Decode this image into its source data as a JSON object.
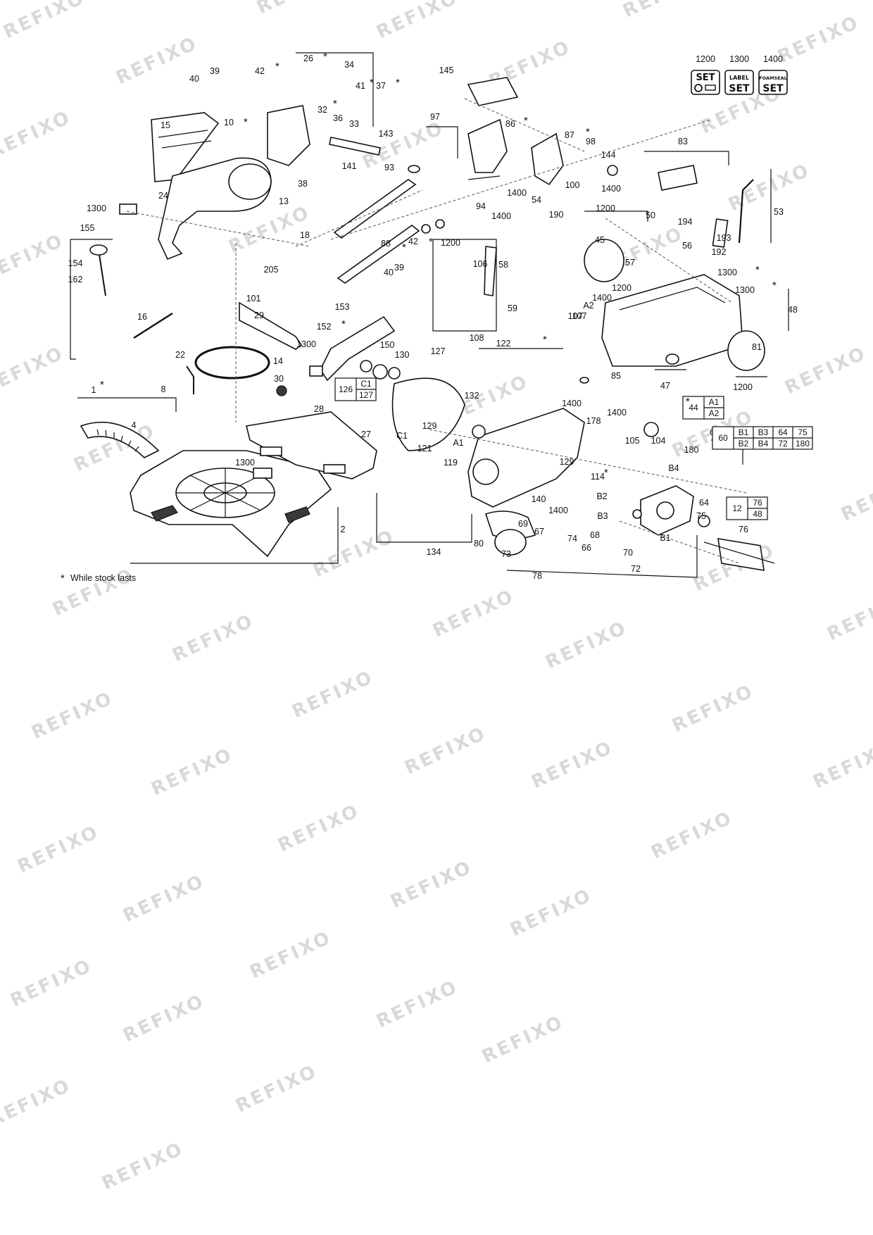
{
  "watermark": "REFIXO",
  "footnote": {
    "marker": "*",
    "text": "While stock lasts"
  },
  "sets": [
    {
      "number": "1200",
      "top": "SET",
      "bottom": ""
    },
    {
      "number": "1300",
      "top": "LABEL",
      "bottom": "SET"
    },
    {
      "number": "1400",
      "top": "FOAMSEAL",
      "bottom": "SET"
    }
  ],
  "part_numbers": [
    "1",
    "2",
    "4",
    "8",
    "10",
    "13",
    "14",
    "15",
    "16",
    "18",
    "22",
    "24",
    "26",
    "27",
    "28",
    "29",
    "30",
    "32",
    "33",
    "34",
    "36",
    "37",
    "38",
    "39",
    "40",
    "41",
    "42",
    "45",
    "47",
    "48",
    "50",
    "53",
    "54",
    "56",
    "57",
    "58",
    "59",
    "60",
    "64",
    "66",
    "67",
    "68",
    "69",
    "70",
    "72",
    "73",
    "74",
    "75",
    "76",
    "78",
    "80",
    "81",
    "83",
    "85",
    "86",
    "87",
    "88",
    "93",
    "94",
    "97",
    "98",
    "100",
    "101",
    "104",
    "105",
    "106",
    "107",
    "108",
    "114",
    "119",
    "121",
    "122",
    "127",
    "129",
    "130",
    "132",
    "134",
    "140",
    "141",
    "143",
    "144",
    "145",
    "150",
    "152",
    "153",
    "154",
    "155",
    "162",
    "178",
    "180",
    "190",
    "192",
    "193",
    "194",
    "205",
    "1200",
    "1300",
    "1400",
    "A1",
    "A2",
    "B1",
    "B2",
    "B3",
    "B4",
    "C1"
  ],
  "assembly_tables": [
    {
      "ref": "126",
      "rows": [
        [
          "C1"
        ],
        [
          "127"
        ]
      ]
    },
    {
      "ref": "44",
      "marker": "*",
      "rows": [
        [
          "A1"
        ],
        [
          "A2"
        ]
      ]
    },
    {
      "ref": "60",
      "rows": [
        [
          "B1",
          "B3",
          "64",
          "75"
        ],
        [
          "B2",
          "B4",
          "72",
          "180"
        ]
      ]
    },
    {
      "ref": "12",
      "rows": [
        [
          "76"
        ],
        [
          "48"
        ]
      ]
    }
  ]
}
